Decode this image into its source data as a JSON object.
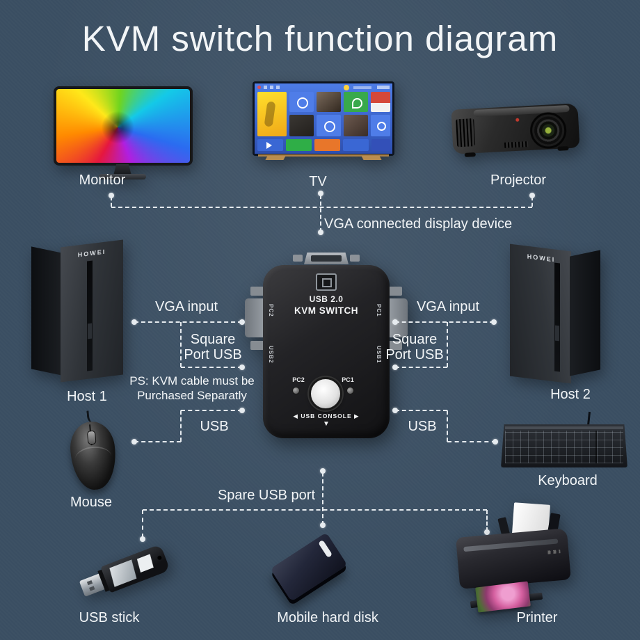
{
  "title": "KVM switch function diagram",
  "colors": {
    "background": "#3a4e62",
    "text": "#f2f5f7",
    "line": "#e6ebef"
  },
  "devices": {
    "monitor": {
      "label": "Monitor"
    },
    "tv": {
      "label": "TV"
    },
    "projector": {
      "label": "Projector"
    },
    "host1": {
      "label": "Host 1",
      "brand": "HOWEI"
    },
    "host2": {
      "label": "Host 2",
      "brand": "HOWEI"
    },
    "mouse": {
      "label": "Mouse"
    },
    "keyboard": {
      "label": "Keyboard"
    },
    "usb_stick": {
      "label": "USB stick"
    },
    "mobile_hard_disk": {
      "label": "Mobile hard disk"
    },
    "printer": {
      "label": "Printer"
    }
  },
  "kvm": {
    "model_line1": "USB 2.0",
    "model_line2": "KVM SWITCH",
    "ports": {
      "left_top": "PC2",
      "right_top": "PC1",
      "left_bottom": "USB2",
      "right_bottom": "USB1"
    },
    "panel": {
      "left_label": "PC2",
      "right_label": "PC1",
      "console": "◀ USB CONSOLE ▶",
      "arrow": "▼"
    }
  },
  "connections": {
    "display_bus_label": "VGA connected display device",
    "left_vga": "VGA input",
    "right_vga": "VGA input",
    "left_square": "Square\nPort USB",
    "right_square": "Square\nPort USB",
    "left_usb": "USB",
    "right_usb": "USB",
    "note": "PS: KVM cable must be\nPurchased Separatly",
    "spare_usb": "Spare USB port"
  }
}
